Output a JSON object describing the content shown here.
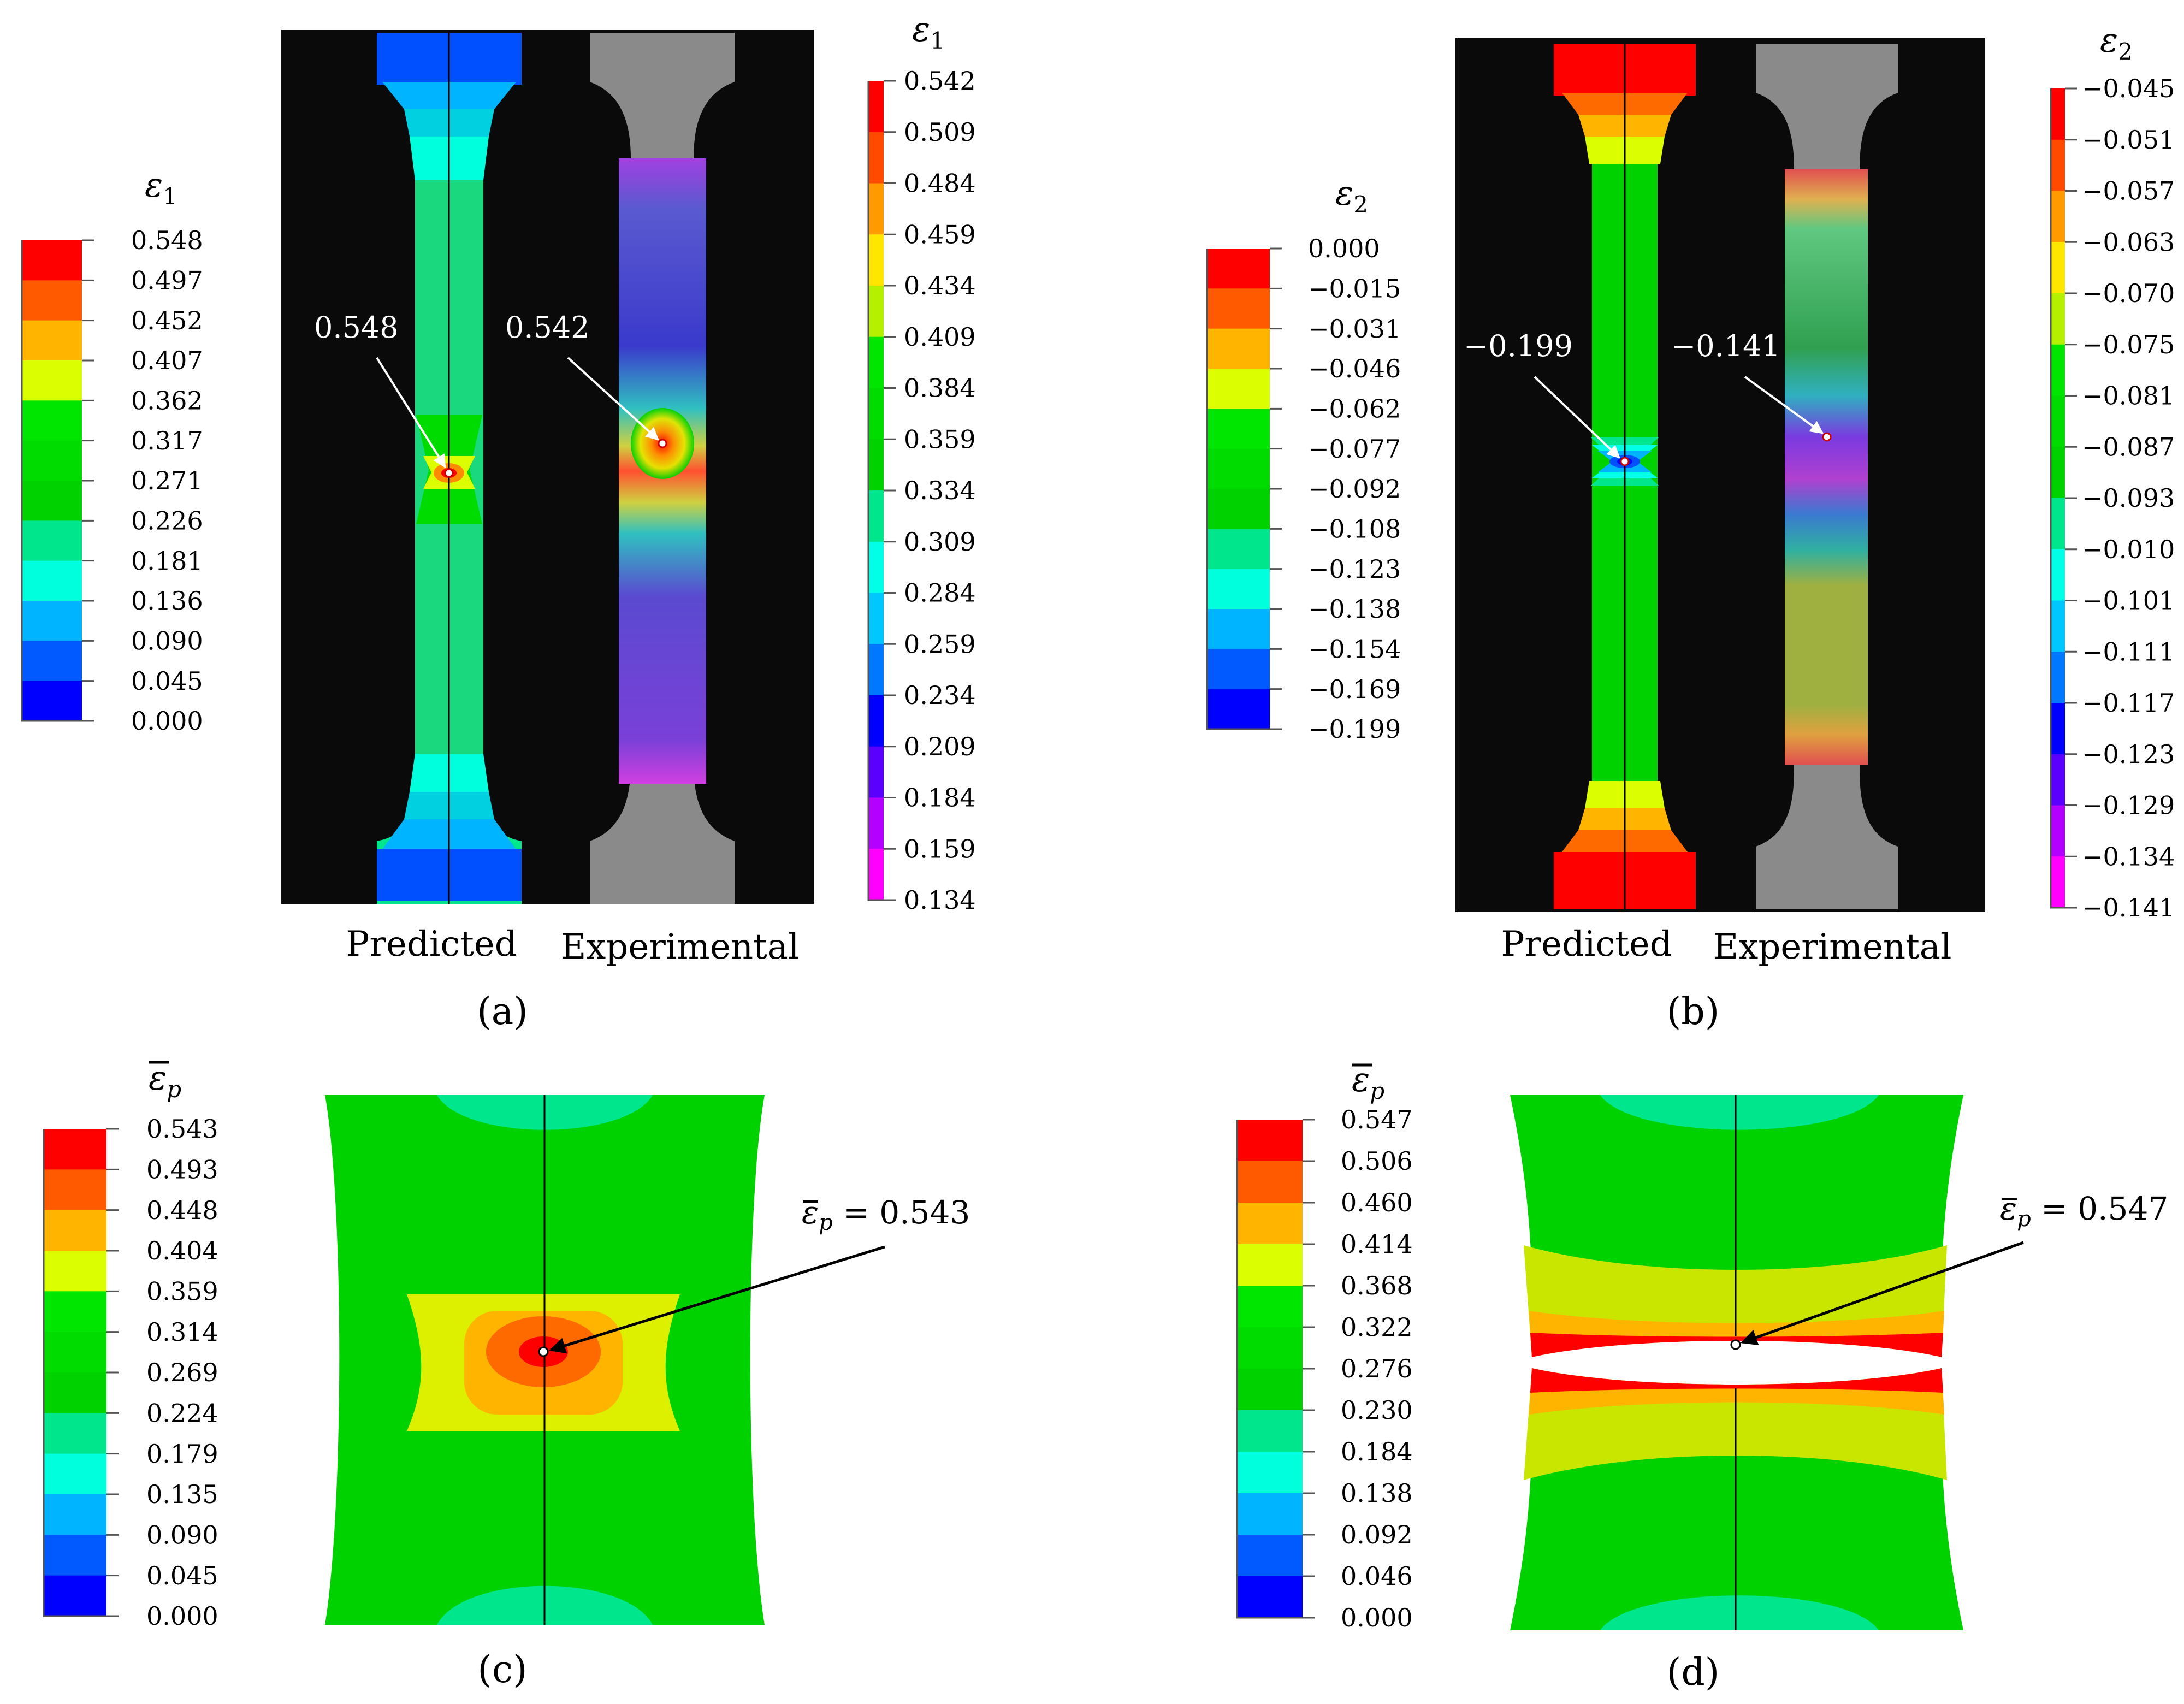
{
  "panels": {
    "a": {
      "caption": "(a)",
      "label_predicted": "Predicted",
      "label_experimental": "Experimental",
      "legend_left": {
        "symbol": "ε",
        "subscript": "1",
        "ticks": [
          "0.548",
          "0.497",
          "0.452",
          "0.407",
          "0.362",
          "0.317",
          "0.271",
          "0.226",
          "0.181",
          "0.136",
          "0.090",
          "0.045",
          "0.000"
        ]
      },
      "legend_right": {
        "symbol": "ε",
        "subscript": "1",
        "ticks": [
          "0.542",
          "0.509",
          "0.484",
          "0.459",
          "0.434",
          "0.409",
          "0.384",
          "0.359",
          "0.334",
          "0.309",
          "0.284",
          "0.259",
          "0.234",
          "0.209",
          "0.184",
          "0.159",
          "0.134"
        ]
      },
      "annotation_predicted": "0.548",
      "annotation_experimental": "0.542"
    },
    "b": {
      "caption": "(b)",
      "label_predicted": "Predicted",
      "label_experimental": "Experimental",
      "legend_left": {
        "symbol": "ε",
        "subscript": "2",
        "ticks": [
          "0.000",
          "−0.015",
          "−0.031",
          "−0.046",
          "−0.062",
          "−0.077",
          "−0.092",
          "−0.108",
          "−0.123",
          "−0.138",
          "−0.154",
          "−0.169",
          "−0.199"
        ]
      },
      "legend_right": {
        "symbol": "ε",
        "subscript": "2",
        "ticks": [
          "−0.045",
          "−0.051",
          "−0.057",
          "−0.063",
          "−0.070",
          "−0.075",
          "−0.081",
          "−0.087",
          "−0.093",
          "−0.010",
          "−0.101",
          "−0.111",
          "−0.117",
          "−0.123",
          "−0.129",
          "−0.134",
          "−0.141"
        ]
      },
      "annotation_predicted": "−0.199",
      "annotation_experimental": "−0.141"
    },
    "c": {
      "caption": "(c)",
      "legend": {
        "symbol": "ε",
        "subscript": "p",
        "ticks": [
          "0.543",
          "0.493",
          "0.448",
          "0.404",
          "0.359",
          "0.314",
          "0.269",
          "0.224",
          "0.179",
          "0.135",
          "0.090",
          "0.045",
          "0.000"
        ]
      },
      "annotation": "ε̅p = 0.543",
      "annotation_symbol": "ε",
      "annotation_subscript": "p",
      "annotation_value": " = 0.543"
    },
    "d": {
      "caption": "(d)",
      "legend": {
        "symbol": "ε",
        "subscript": "p",
        "ticks": [
          "0.547",
          "0.506",
          "0.460",
          "0.414",
          "0.368",
          "0.322",
          "0.276",
          "0.230",
          "0.184",
          "0.138",
          "0.092",
          "0.046",
          "0.000"
        ]
      },
      "annotation": "ε̅p = 0.547",
      "annotation_symbol": "ε",
      "annotation_subscript": "p",
      "annotation_value": " = 0.547"
    }
  },
  "colors": {
    "scale12": [
      "#ff0000",
      "#ff5a00",
      "#ffb400",
      "#dcff00",
      "#00e600",
      "#00dc00",
      "#00d200",
      "#00e68c",
      "#00ffdc",
      "#00b4ff",
      "#005aff",
      "#0000ff"
    ],
    "scale16": [
      "#ff0000",
      "#ff4a00",
      "#ff9a00",
      "#ffe600",
      "#b4f000",
      "#00e600",
      "#00dc00",
      "#00d200",
      "#00e68c",
      "#00ffe6",
      "#00c8ff",
      "#0078ff",
      "#0000ff",
      "#5a00ff",
      "#b400ff",
      "#ff00ff"
    ],
    "contour_green": "#3ad43a",
    "background_black": "#0a0a0a",
    "specimen_gray": "#8a8a8a"
  }
}
